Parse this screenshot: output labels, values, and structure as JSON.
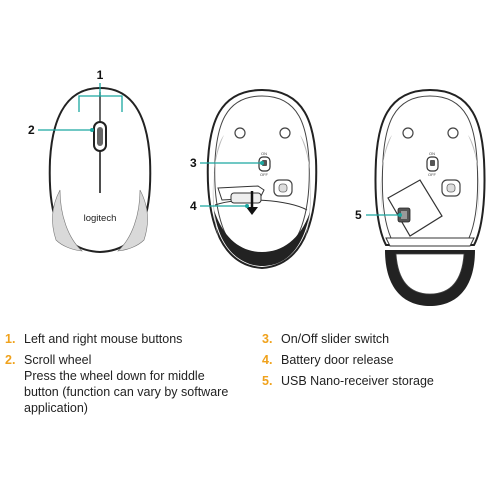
{
  "diagram": {
    "brand": "logitech",
    "switch_label_on": "ON",
    "switch_label_off": "OFF",
    "callouts": [
      "1",
      "2",
      "3",
      "4",
      "5"
    ],
    "colors": {
      "leader": "#1aa7a0",
      "number": "#f0a21c",
      "outline": "#222222"
    }
  },
  "legend": {
    "left": [
      {
        "num": "1.",
        "text": "Left and right mouse buttons"
      },
      {
        "num": "2.",
        "text": "Scroll wheel\nPress the wheel down for middle button (function can vary by software application)"
      }
    ],
    "right": [
      {
        "num": "3.",
        "text": "On/Off slider switch"
      },
      {
        "num": "4.",
        "text": "Battery door release"
      },
      {
        "num": "5.",
        "text": "USB Nano-receiver storage"
      }
    ]
  }
}
